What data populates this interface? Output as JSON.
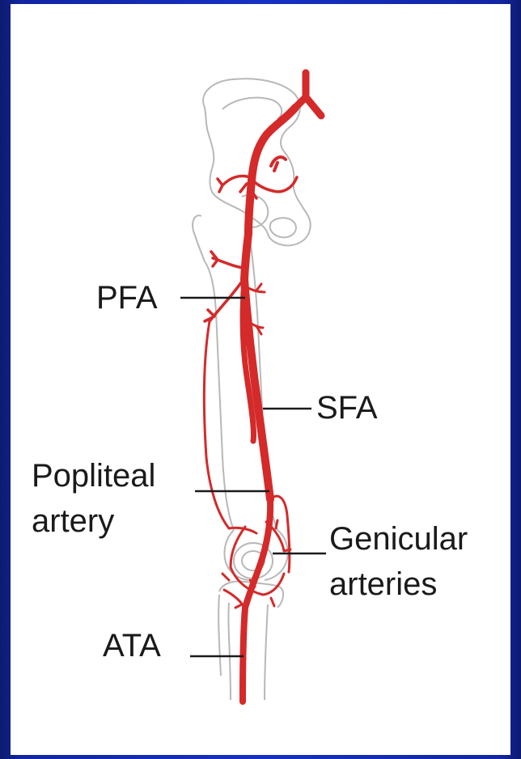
{
  "diagram": {
    "labels": {
      "pfa": "PFA",
      "sfa": "SFA",
      "popliteal_line1": "Popliteal",
      "popliteal_line2": "artery",
      "genicular_line1": "Genicular",
      "genicular_line2": "arteries",
      "ata": "ATA"
    },
    "colors": {
      "artery": "#d42a2a",
      "bone_outline": "#b8b8b8",
      "leader_line": "#1a1a1a",
      "background": "#1530c4",
      "panel": "#ffffff"
    }
  }
}
